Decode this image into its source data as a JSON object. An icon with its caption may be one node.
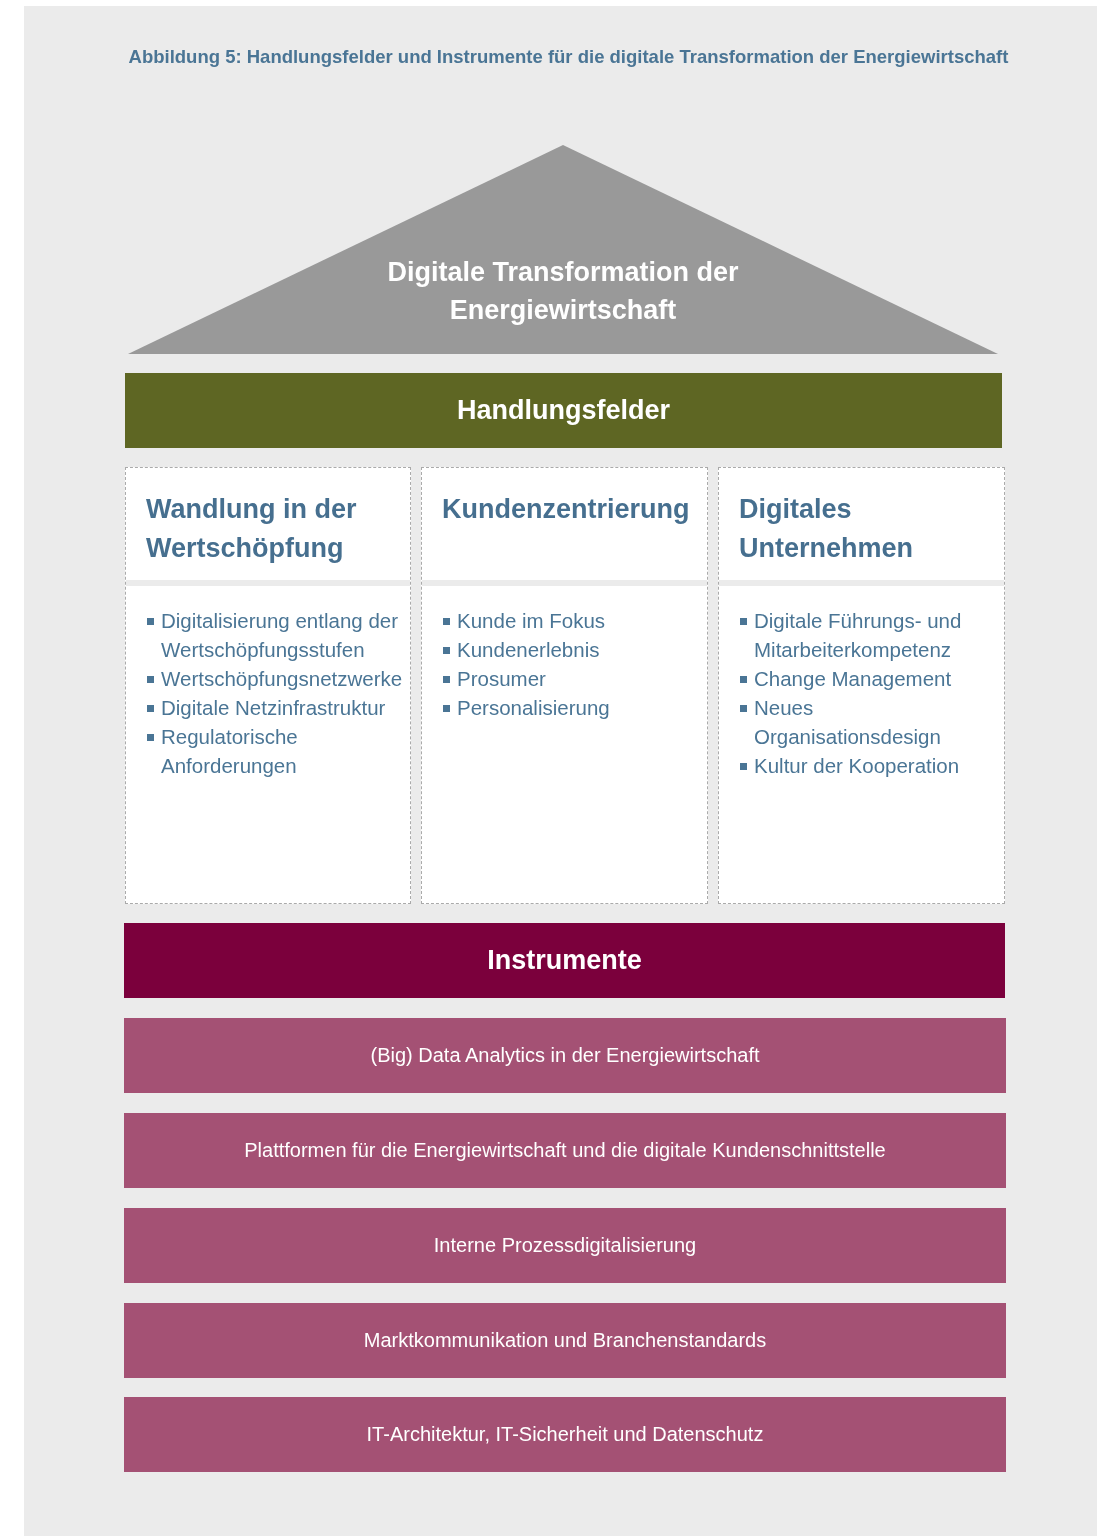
{
  "diagram": {
    "title": "Abbildung 5: Handlungsfelder und Instrumente für die digitale Transformation der Energiewirtschaft",
    "nodes": [
      {
        "text": [
          "Digitale Transformation der Energiewirtschaft"
        ]
      },
      {
        "text": [
          "Handlungsfelder"
        ]
      },
      {
        "text": [
          "Wandlung in der Wertschöpfung",
          "Digitalisierung entlang der Wertschöpfungsstufen",
          "Wertschöpfungsnetzwerke",
          "Digitale Netzinfrastruktur",
          "Regulatorische Anforderungen"
        ]
      },
      {
        "text": [
          "Kundenzentrierung",
          "Kunde im Fokus",
          "Kundenerlebnis",
          "Prosumer",
          "Personalisierung"
        ]
      },
      {
        "text": [
          "Digitales Unternehmen",
          "Digitale Führungs- und Mitarbeiterkompetenz",
          "Change Management",
          "Neues Organisationsdesign",
          "Kultur der Kooperation"
        ]
      },
      {
        "text": [
          "Instrumente"
        ]
      },
      {
        "text": [
          "(Big) Data Analytics in der Energiewirtschaft"
        ]
      },
      {
        "text": [
          "Plattformen für die Energiewirtschaft und die digitale Kundenschnittstelle"
        ]
      },
      {
        "text": [
          "Interne Prozessdigitalisierung"
        ]
      },
      {
        "text": [
          "Marktkommunikation und Branchenstandards"
        ]
      },
      {
        "text": [
          "IT-Architektur, IT-Sicherheit und Datenschutz"
        ]
      }
    ]
  }
}
